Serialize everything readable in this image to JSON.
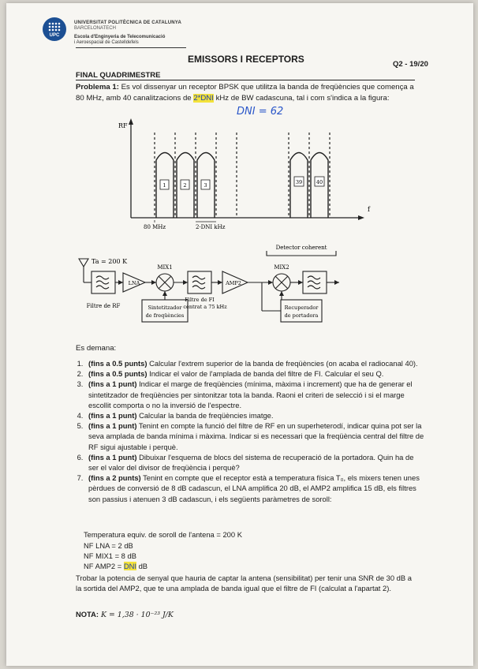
{
  "header": {
    "logo_text": "UPC",
    "university_line1": "UNIVERSITAT POLITÈCNICA DE CATALUNYA",
    "university_line2": "BARCELONATECH",
    "school_line1": "Escola d'Enginyeria de Telecomunicació",
    "school_line2": "i Aeroespacial de Castelldefels",
    "title": "EMISSORS I RECEPTORS",
    "subtitle": "FINAL QUADRIMESTRE",
    "quarter": "Q2 - 19/20"
  },
  "problem": {
    "label": "Problema 1:",
    "text_a": " Es vol dissenyar un receptor BPSK que utilitza la banda de freqüències que comença a 80 MHz, amb 40 canalitzacions de ",
    "highlight": "2*DNI",
    "text_b": " kHz de BW cadascuna, tal i com s'indica a la figura:",
    "handwritten": "DNI = 62"
  },
  "spectrum": {
    "y_label": "RF",
    "x_label": "f",
    "start_label": "80 MHz",
    "bw_label": "2·DNI kHz",
    "channels": [
      "1",
      "2",
      "3",
      "39",
      "40"
    ]
  },
  "block_diagram": {
    "antenna_temp": "Ta = 200 K",
    "rf_filter": "Filtre de RF",
    "lna": "LNA",
    "mix1": "MIX1",
    "synth_line1": "Sintetitzador",
    "synth_line2": "de freqüències",
    "if_filter_line1": "Filtre de FI",
    "if_filter_line2": "centrat a 75 kHz",
    "amp2": "AMP2",
    "mix2": "MIX2",
    "coherent_detector": "Detector coherent",
    "carrier_line1": "Recuperador",
    "carrier_line2": "de portadora"
  },
  "questions": {
    "intro": "Es demana:",
    "items": [
      {
        "pts": "(fins a 0.5 punts)",
        "text": " Calcular l'extrem superior de la banda de freqüències (on acaba el radiocanal 40)."
      },
      {
        "pts": "(fins a 0.5 punts)",
        "text": " Indicar el valor de l'amplada de banda del filtre de FI. Calcular el seu Q."
      },
      {
        "pts": "(fins a 1 punt)",
        "text": " Indicar el marge de freqüències (mínima, màxima i increment) que ha de generar el sintetitzador de freqüències per sintonitzar tota la banda. Raoni el criteri de selecció i si el marge escollit comporta o no la inversió de l'espectre."
      },
      {
        "pts": "(fins a 1 punt)",
        "text": " Calcular la banda de freqüències imatge."
      },
      {
        "pts": "(fins a 1 punt)",
        "text": " Tenint en compte la funció del filtre de RF en un superheterodí, indicar quina pot ser la seva amplada de banda mínima i màxima. Indicar si es necessari que la freqüència central del filtre de RF sigui ajustable i perquè."
      },
      {
        "pts": "(fins a 1 punt)",
        "text": " Dibuixar l'esquema de blocs del sistema de recuperació de la portadora. Quin ha de ser el valor del divisor de freqüència i perquè?"
      },
      {
        "pts": "(fins a 2 punts)",
        "text": " Tenint en compte que el receptor està a temperatura física T₀, els mixers tenen unes pèrdues de conversió de 8 dB cadascun, el LNA amplifica 20 dB, el AMP2 amplifica 15 dB, els filtres son passius i atenuen 3 dB cadascun, i els següents paràmetres de soroll:"
      }
    ],
    "noise_temp": "Temperatura equiv. de soroll de l'antena = 200 K",
    "nf_lna": "NF LNA = 2 dB",
    "nf_mix1": "NF MIX1 = 8 dB",
    "nf_amp2_pre": "NF AMP2 = ",
    "nf_amp2_hl": "DNI",
    "nf_amp2_post": " dB",
    "final_text": "Trobar la potencia de senyal que hauria de captar la antena (sensibilitat) per tenir una SNR de 30 dB a la sortida del AMP2, que te una amplada de banda igual que el filtre de FI (calculat a l'apartat 2).",
    "nota_label": "NOTA:",
    "nota_text": " K = 1,38 · 10⁻²³ J/K"
  }
}
